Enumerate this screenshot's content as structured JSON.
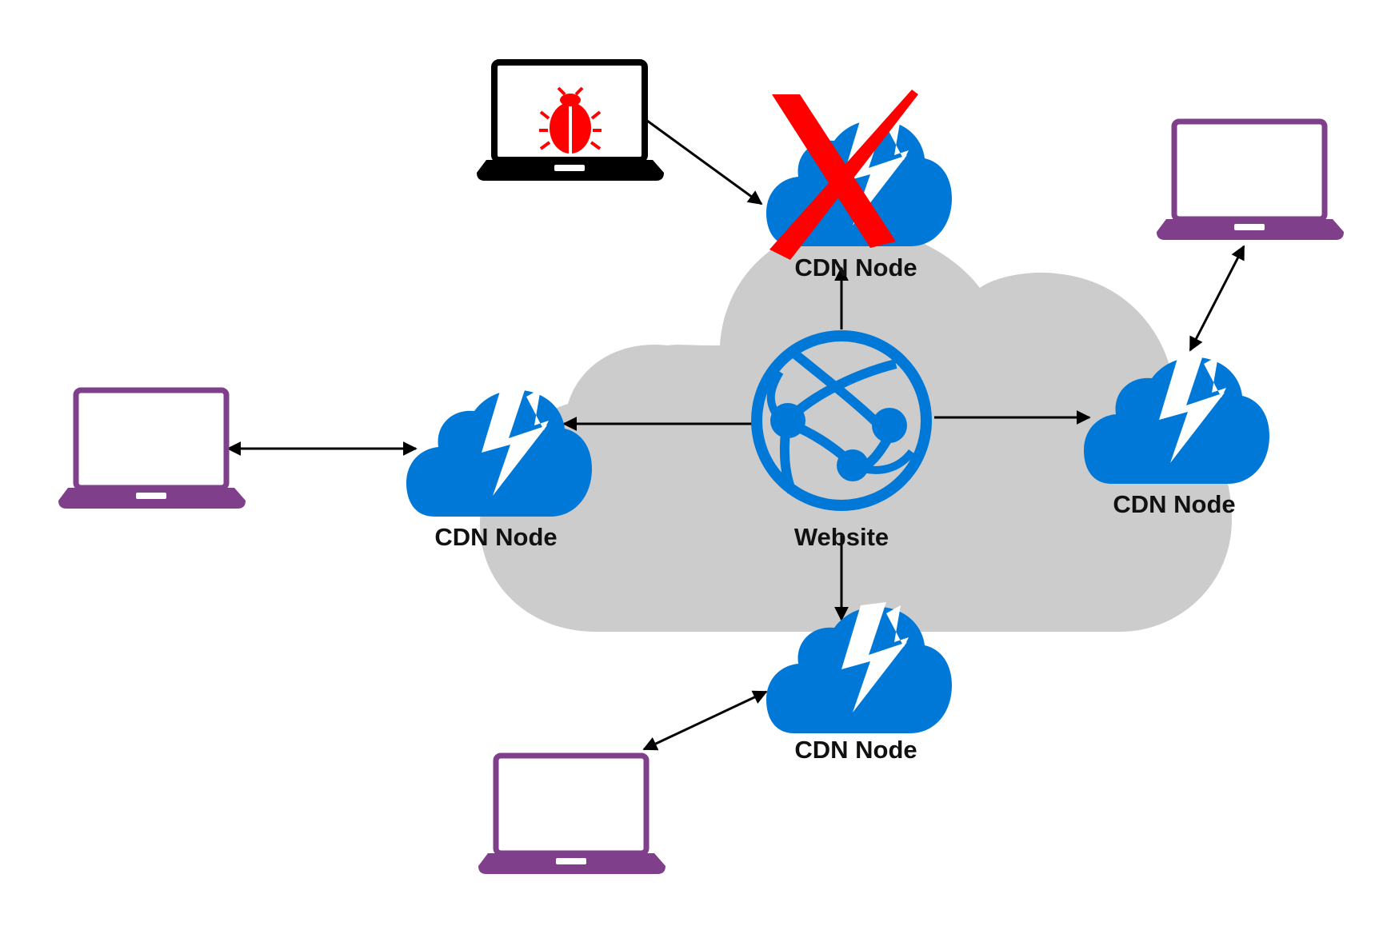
{
  "colors": {
    "cdn_blue": "#0078D7",
    "cloud_gray": "#CCCCCC",
    "laptop_purple": "#7F3F8A",
    "laptop_black": "#000000",
    "bug_red": "#FF0000",
    "cross_red": "#FF0000",
    "arrow": "#000000"
  },
  "labels": {
    "cdn_top": "CDN Node",
    "cdn_left": "CDN Node",
    "cdn_right": "CDN Node",
    "cdn_bottom": "CDN Node",
    "website": "Website"
  },
  "icons": {
    "attacker": "bug-icon",
    "disabled_node": "cross-icon",
    "website": "globe-icon",
    "cdn": "lightning-cloud-icon",
    "client": "laptop-icon"
  }
}
